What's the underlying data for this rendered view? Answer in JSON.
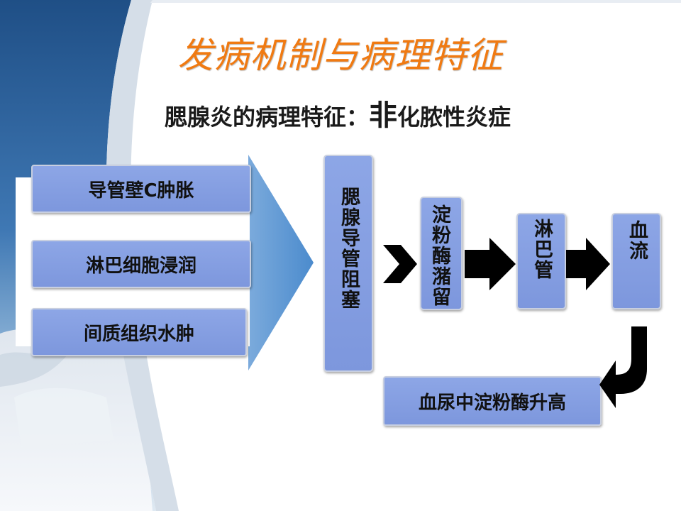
{
  "slide": {
    "title": "发病机制与病理特征",
    "subtitle_main": "腮腺炎的病理特征：",
    "subtitle_emph": "非",
    "subtitle_tail": "化脓性炎症"
  },
  "causes": [
    "导管壁C肿胀",
    "淋巴细胞浸润",
    "间质组织水肿"
  ],
  "flow": {
    "obstruction": "腮腺导管阻塞",
    "amylase_retention": "淀粉酶潴留",
    "lymphatic": "淋巴管",
    "blood_flow": "血流",
    "result": "血尿中淀粉酶升高"
  },
  "colors": {
    "title": "#f07a12",
    "box_fill": "#8ba4e4",
    "arrow": "#000000",
    "big_arrow_start": "#ffffff",
    "big_arrow_end": "#5b97d4"
  }
}
